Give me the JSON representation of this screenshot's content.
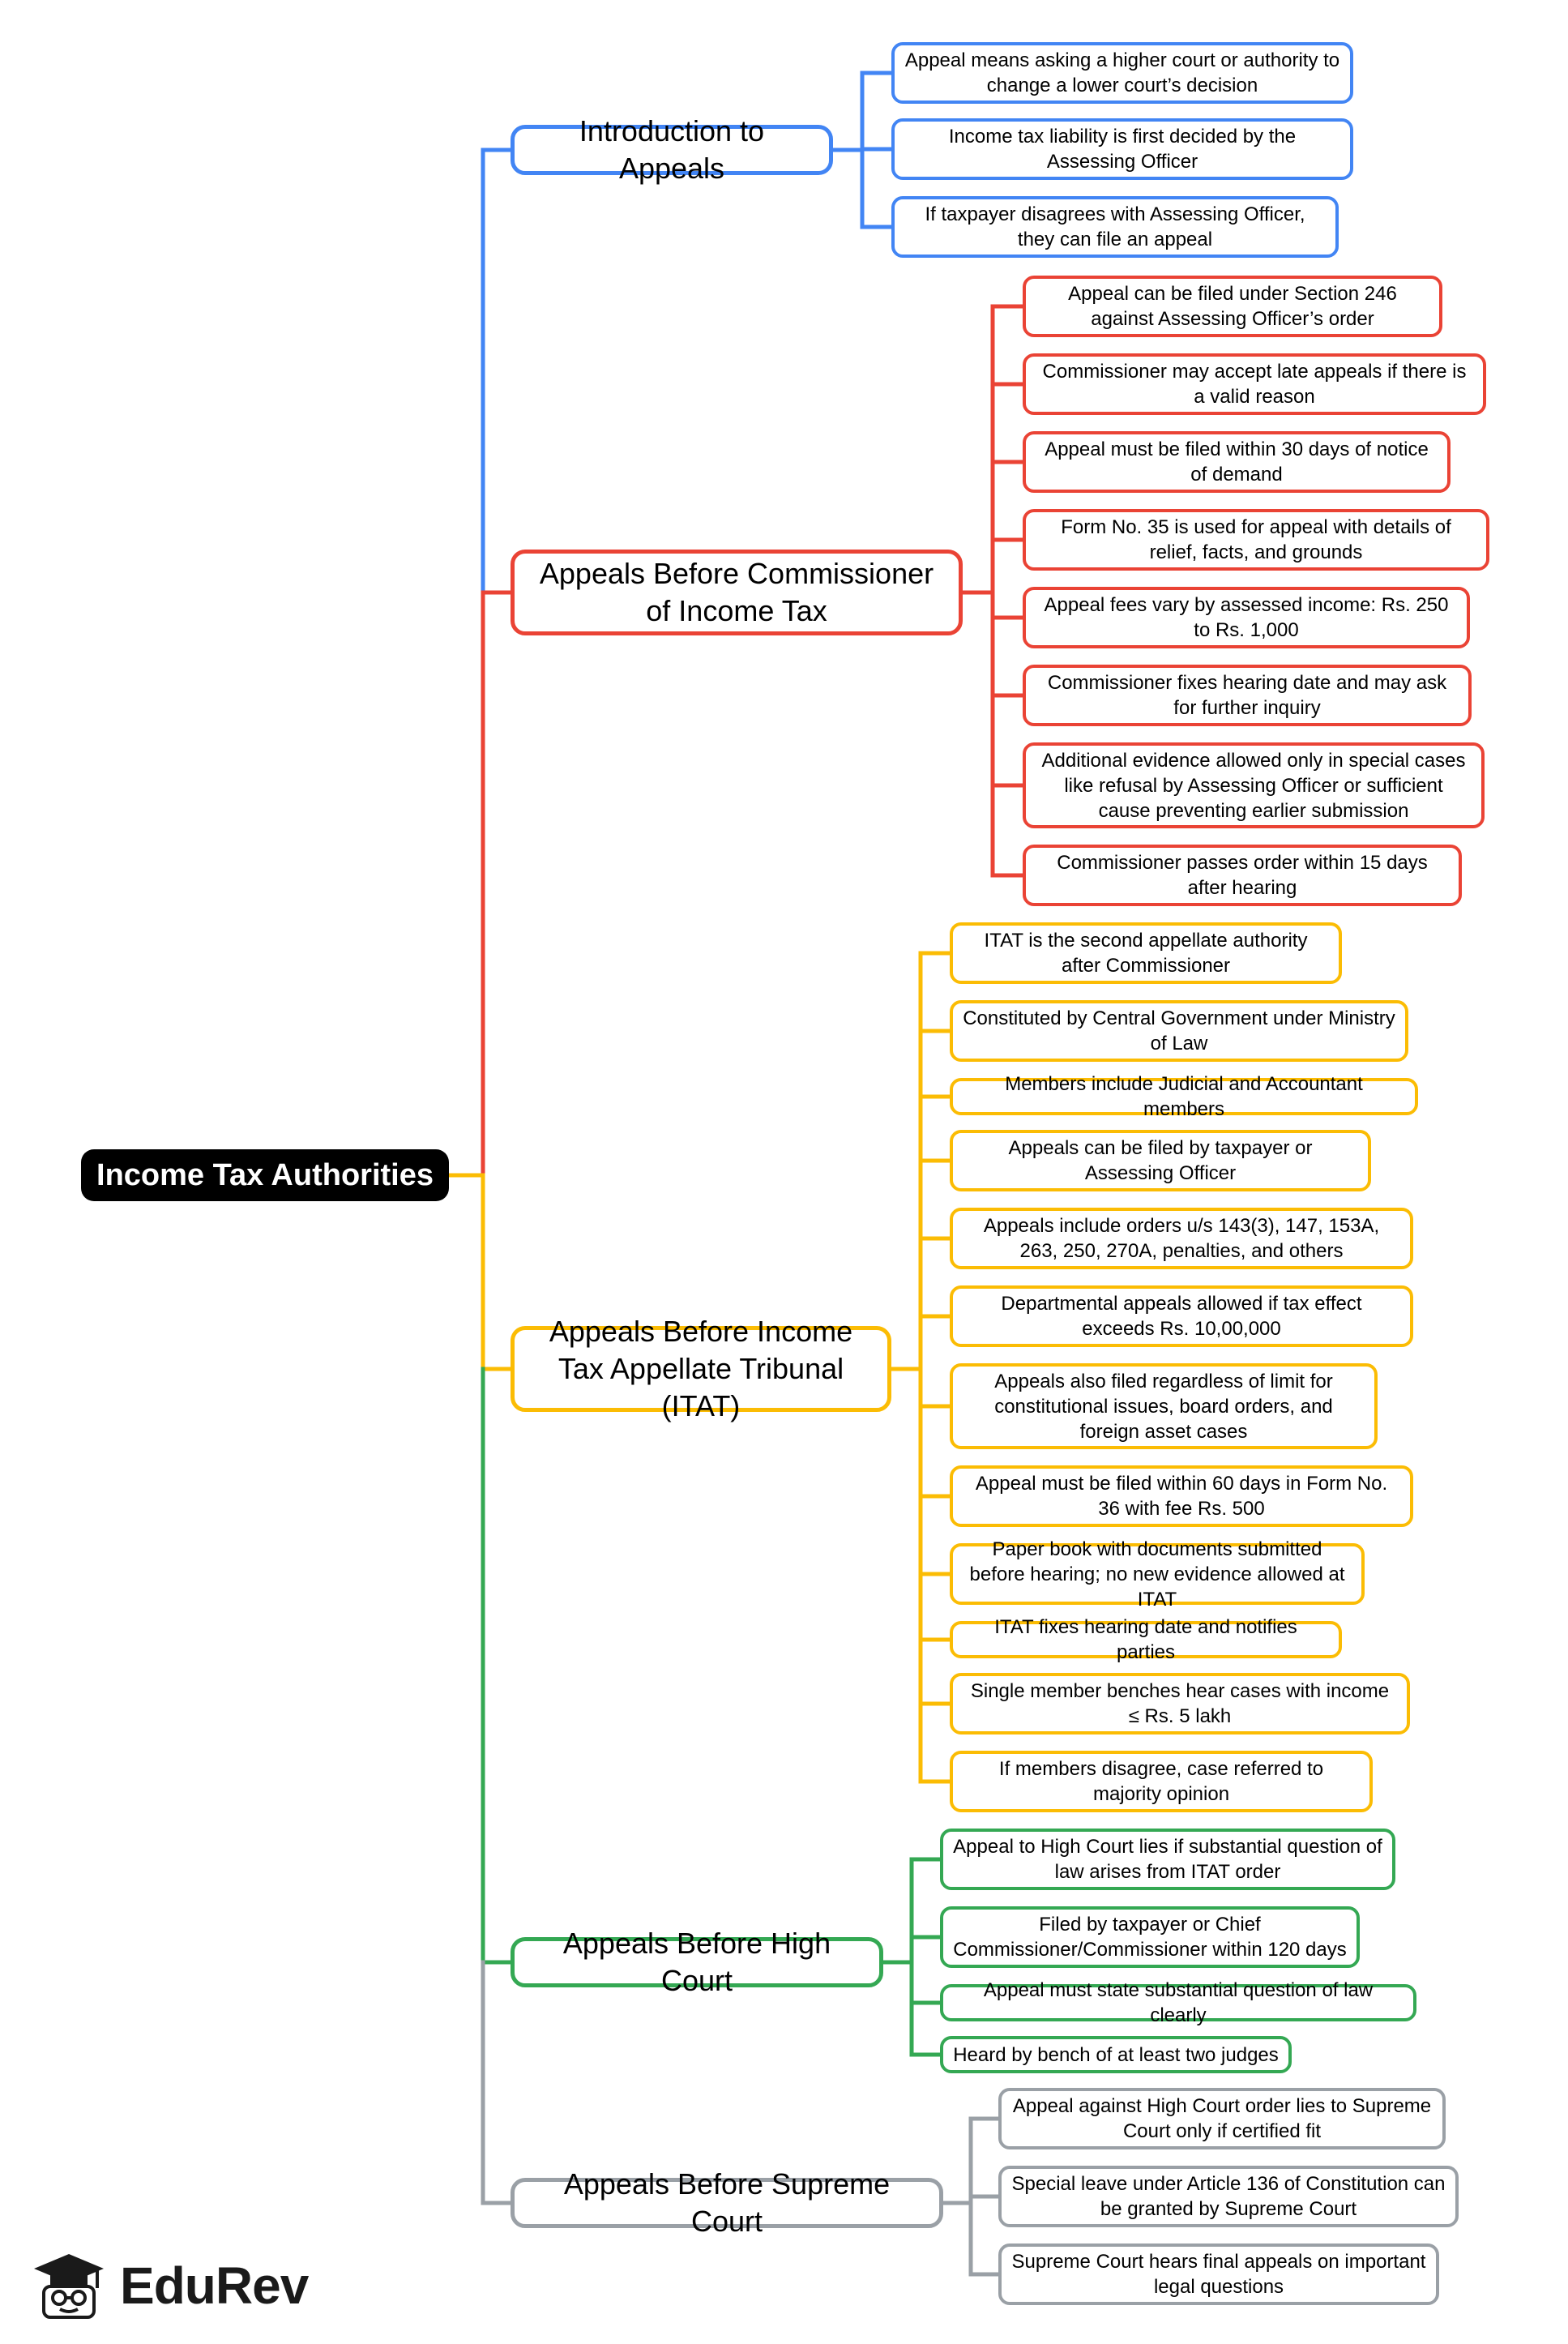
{
  "root": {
    "label": "Income Tax Authorities"
  },
  "colors": {
    "intro": "#4285f4",
    "commissioner": "#ea4335",
    "itat": "#fbbc04",
    "high_court": "#34a853",
    "supreme_court": "#9aa0a6"
  },
  "branches": [
    {
      "key": "intro",
      "label": "Introduction to Appeals",
      "items": [
        "Appeal means asking a higher court or authority to change a lower court’s decision",
        "Income tax liability is first decided by the Assessing Officer",
        "If taxpayer disagrees with Assessing Officer, they can file an appeal"
      ]
    },
    {
      "key": "commissioner",
      "label": "Appeals Before Commissioner of Income Tax",
      "items": [
        "Appeal can be filed under Section 246 against Assessing Officer’s order",
        "Commissioner may accept late appeals if there is a valid reason",
        "Appeal must be filed within 30 days of notice of demand",
        "Form No. 35 is used for appeal with details of relief, facts, and grounds",
        "Appeal fees vary by assessed income: Rs. 250 to Rs. 1,000",
        "Commissioner fixes hearing date and may ask for further inquiry",
        "Additional evidence allowed only in special cases like refusal by Assessing Officer or sufficient cause preventing earlier submission",
        "Commissioner passes order within 15 days after hearing"
      ]
    },
    {
      "key": "itat",
      "label": "Appeals Before Income Tax Appellate Tribunal (ITAT)",
      "items": [
        "ITAT is the second appellate authority after Commissioner",
        "Constituted by Central Government under Ministry of Law",
        "Members include Judicial and Accountant members",
        "Appeals can be filed by taxpayer or Assessing Officer",
        "Appeals include orders u/s 143(3), 147, 153A, 263, 250, 270A, penalties, and others",
        "Departmental appeals allowed if tax effect exceeds Rs. 10,00,000",
        "Appeals also filed regardless of limit for constitutional issues, board orders, and foreign asset cases",
        "Appeal must be filed within 60 days in Form No. 36 with fee Rs. 500",
        "Paper book with documents submitted before hearing; no new evidence allowed at ITAT",
        "ITAT fixes hearing date and notifies parties",
        "Single member benches hear cases with income ≤ Rs. 5 lakh",
        "If members disagree, case referred to majority opinion"
      ]
    },
    {
      "key": "high_court",
      "label": "Appeals Before High Court",
      "items": [
        "Appeal to High Court lies if substantial question of law arises from ITAT order",
        "Filed by taxpayer or Chief Commissioner/Commissioner within 120 days",
        "Appeal must state substantial question of law clearly",
        "Heard by bench of at least two judges"
      ]
    },
    {
      "key": "supreme_court",
      "label": "Appeals Before Supreme Court",
      "items": [
        "Appeal against High Court order lies to Supreme Court only if certified fit",
        "Special leave under Article 136 of Constitution can be granted by Supreme Court",
        "Supreme Court hears final appeals on important legal questions"
      ]
    }
  ],
  "logo": {
    "text": "EduRev",
    "icon": "graduate-cap-icon"
  }
}
